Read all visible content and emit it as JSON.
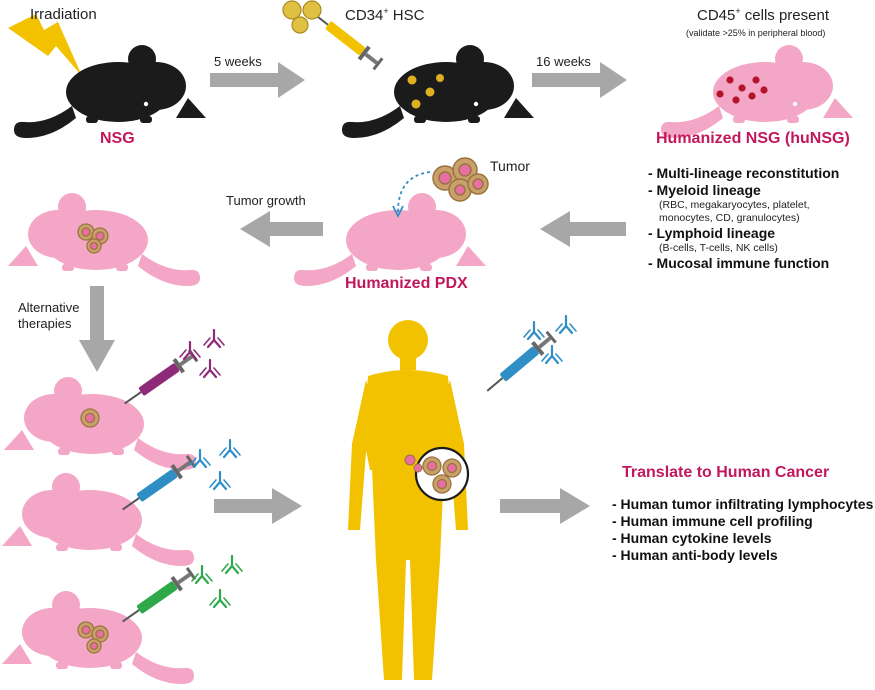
{
  "colors": {
    "pink_title": "#c2185b",
    "mouse_pink": "#f4a6c6",
    "mouse_black": "#1b1b1b",
    "arrow_gray": "#a7a7a7",
    "human_yellow": "#f2c200",
    "tumor_tan": "#c9a06a",
    "tumor_pink": "#e86ea3",
    "antibody_purple": "#8e2a78",
    "antibody_blue": "#2f8fc4",
    "antibody_green": "#2fa84a"
  },
  "top_row": {
    "irradiation": "Irradiation",
    "hsc_base": "CD34",
    "hsc_sup": "+",
    "hsc_suffix": " HSC",
    "cd45_base": "CD45",
    "cd45_sup": "+",
    "cd45_suffix": " cells present",
    "validate": "(validate >25% in peripheral blood)",
    "arrow1_label": "5 weeks",
    "arrow2_label": "16 weeks",
    "nsg_label": "NSG",
    "hunsg_label": "Humanized NSG (huNSG)"
  },
  "reconstitution": {
    "items": [
      {
        "title": "- Multi-lineage reconstitution",
        "sub": []
      },
      {
        "title": "- Myeloid lineage",
        "sub": [
          "(RBC, megakaryocytes, platelet,",
          "monocytes, CD, granulocytes)"
        ]
      },
      {
        "title": "- Lymphoid lineage",
        "sub": [
          "(B-cells, T-cells, NK cells)"
        ]
      },
      {
        "title": "- Mucosal immune function",
        "sub": []
      }
    ]
  },
  "middle_row": {
    "tumor_label": "Tumor",
    "tumor_growth": "Tumor growth",
    "pdx_label": "Humanized PDX"
  },
  "left_column": {
    "alt_line1": "Alternative",
    "alt_line2": "therapies"
  },
  "translate": {
    "title": "Translate to Human Cancer",
    "items": [
      "- Human tumor infiltrating lymphocytes",
      "- Human immune cell profiling",
      "- Human cytokine levels",
      "- Human anti-body levels"
    ]
  }
}
